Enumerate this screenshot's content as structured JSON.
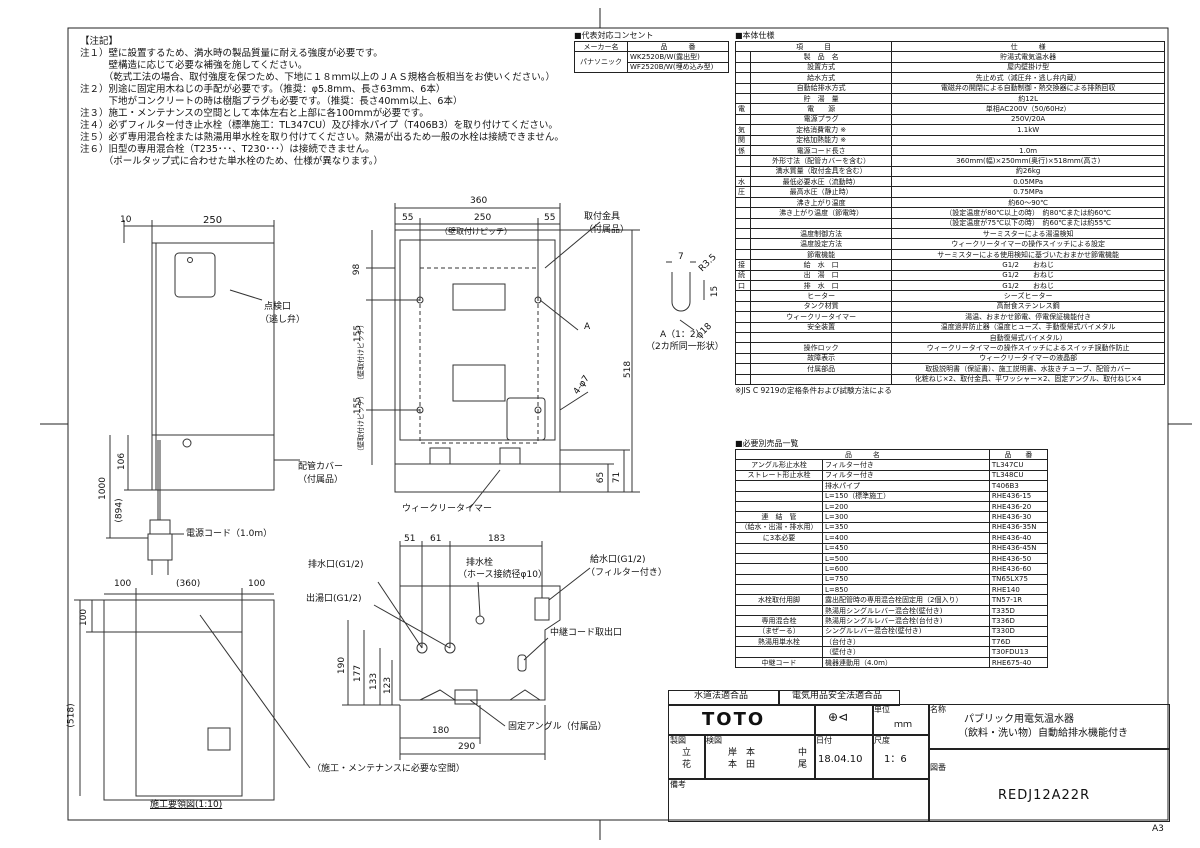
{
  "notes": {
    "title": "【注記】",
    "lines": [
      "注１）壁に設置するため、満水時の製品質量に耐える強度が必要です。",
      "　　　壁構造に応じて必要な補強を施してください。",
      "　　　（乾式工法の場合、取付強度を保つため、下地に１８ｍｍ以上のＪＡＳ規格合板相当をお使いください。）",
      "注２）別途に固定用木ねじの手配が必要です。（推奨：φ5.8mm、長さ63mm、6本）",
      "　　　下地がコンクリートの時は樹脂プラグも必要です。（推奨：長さ40mm以上、6本）",
      "注３）施工・メンテナンスの空間として本体左右と上部に各100mmが必要です。",
      "注４）必ずフィルター付き止水栓（標準施工：TL347CU）及び排水パイプ（T406B3）を取り付けてください。",
      "注５）必ず専用混合栓または熱湯用単水栓を取り付けてください。熱湯が出るため一般の水栓は接続できません。",
      "注６）旧型の専用混合栓（T235･･･、T230･･･）は接続できません。",
      "　　　（ポールタップ式に合わせた単水栓のため、仕様が異なります。）"
    ]
  },
  "concentric": {
    "title": "■代表対応コンセント",
    "headers": [
      "メーカー名",
      "品　　　番"
    ],
    "maker": "パナソニック",
    "items": [
      "WK2520B/W(露出型)",
      "WF2520B/W(埋め込み型)"
    ]
  },
  "spec": {
    "title": "■本体仕様",
    "headers": [
      "項　　　目",
      "仕　　　様"
    ],
    "rows": [
      [
        "製　品　名",
        "貯湯式電気温水器"
      ],
      [
        "設置方式",
        "屋内壁掛け型"
      ],
      [
        "給水方式",
        "先止め式（減圧弁・逃し弁内蔵）"
      ],
      [
        "自動給排水方式",
        "電磁弁の開閉による自動制御・熱交換器による排熱回収"
      ],
      [
        "貯　湯　量",
        "約12L"
      ],
      [
        "電　　源",
        "単相AC200V（50/60Hz）"
      ],
      [
        "電源プラグ",
        "250V/20A"
      ],
      [
        "定格消費電力 ※",
        "1.1kW"
      ],
      [
        "定格加熱能力 ※",
        ""
      ],
      [
        "電源コード長さ",
        "1.0m"
      ],
      [
        "外形寸法（配管カバーを含む）",
        "360mm(幅)×250mm(奥行)×518mm(高さ)"
      ],
      [
        "満水質量（取付金具を含む）",
        "約26kg"
      ],
      [
        "最低必要水圧（流動時）",
        "0.05MPa"
      ],
      [
        "最高水圧（静止時）",
        "0.75MPa"
      ],
      [
        "沸き上がり温度",
        "約60～90℃"
      ],
      [
        "沸き上がり温度（節電時）",
        "（設定温度が80℃以上の時）　約80℃または約60℃"
      ],
      [
        "",
        "（設定温度が75℃以下の時）　約60℃または約55℃"
      ],
      [
        "温度制御方法",
        "サーミスターによる湯温検知"
      ],
      [
        "温度設定方法",
        "ウィークリータイマーの操作スイッチによる設定"
      ],
      [
        "節電機能",
        "サーミスターによる使用検知に基づいたおまかせ節電機能"
      ],
      [
        "給　水　口",
        "G1/2　　おねじ"
      ],
      [
        "出　湯　口",
        "G1/2　　おねじ"
      ],
      [
        "排　水　口",
        "G1/2　　おねじ"
      ],
      [
        "ヒーター",
        "シーズヒーター"
      ],
      [
        "タンク材質",
        "高耐食ステンレス鋼"
      ],
      [
        "ウィークリータイマー",
        "湯温、おまかせ節電、停電保証機能付き"
      ],
      [
        "安全装置",
        "温度過昇防止器（温度ヒューズ、手動復帰式バイメタル"
      ],
      [
        "",
        "自動復帰式バイメタル）"
      ],
      [
        "操作ロック",
        "ウィークリータイマーの操作スイッチによるスイッチ誤動作防止"
      ],
      [
        "故障表示",
        "ウィークリータイマーの液晶部"
      ],
      [
        "付属部品",
        "取扱説明書（保証書）、施工説明書、水抜きチューブ、配管カバー"
      ],
      [
        "",
        "化粧ねじ×2、取付金具、平ワッシャー×2、固定アングル、取付ねじ×4"
      ]
    ],
    "group_labels": {
      "elec": "電気関係",
      "press": "水圧",
      "pipe": "接続口"
    },
    "footnote": "※JIS C 9219の定格条件および試験方法による"
  },
  "parts": {
    "title": "■必要別売品一覧",
    "headers": [
      "品　　　名",
      "品　　番"
    ],
    "rows": [
      [
        "アングル形止水栓",
        "フィルター付き",
        "TL347CU"
      ],
      [
        "ストレート形止水栓",
        "フィルター付き",
        "TL348CU"
      ],
      [
        "",
        "排水パイプ",
        "T406B3"
      ],
      [
        "",
        "L=150（標準施工）",
        "RHE436-15"
      ],
      [
        "",
        "L=200",
        "RHE436-20"
      ],
      [
        "",
        "L=300",
        "RHE436-30"
      ],
      [
        "",
        "L=350",
        "RHE436-35N"
      ],
      [
        "",
        "L=400",
        "RHE436-40"
      ],
      [
        "",
        "L=450",
        "RHE436-45N"
      ],
      [
        "",
        "L=500",
        "RHE436-50"
      ],
      [
        "",
        "L=600",
        "RHE436-60"
      ],
      [
        "",
        "L=750",
        "TN65LX75"
      ],
      [
        "",
        "L=850",
        "RHE140"
      ],
      [
        "水栓取付用脚",
        "露出配管時の専用混合栓固定用（2個入り）",
        "TN57-1R"
      ],
      [
        "",
        "熱湯用シングルレバー混合栓(壁付き)",
        "T335D"
      ],
      [
        "",
        "熱湯用シングルレバー混合栓(台付き)",
        "T336D"
      ],
      [
        "",
        "シングルレバー混合栓(壁付き)",
        "T330D"
      ],
      [
        "",
        "（台付き）",
        "T76D"
      ],
      [
        "",
        "（壁付き）",
        "T30FDU13"
      ],
      [
        "中継コード",
        "機器連動用（4.0m）",
        "RHE675-40"
      ]
    ],
    "group_connect": "連　結　管",
    "group_connect_sub1": "（給水・出湯・排水用）",
    "group_connect_sub2": "に3本必要",
    "group_faucet": "専用混合栓",
    "group_faucet_sub": "（まぜーる）",
    "group_hot": "熱湯用単水栓"
  },
  "titleblock": {
    "law1": "水道法適合品",
    "law2": "電気用品安全法適合品",
    "logo": "TOTO",
    "unit_label": "単位",
    "unit": "ｍｍ",
    "name_label": "名称",
    "name1": "パブリック用電気温水器",
    "name2": "（飲料・洗い物）自動給排水機能付き",
    "check_label": "製図",
    "inspect_label": "検図",
    "drafter1": "立",
    "drafter1b": "岸　本",
    "drafter2": "花",
    "drafter2b": "本　田",
    "mid1": "中",
    "mid2": "尾",
    "date_label": "日付",
    "date": "18.04.10",
    "scale_label": "尺度",
    "scale": "1：6",
    "drawing_label": "図番",
    "drawing_no": "REDJ12A22R",
    "remarks_label": "備考",
    "paper": "A3"
  },
  "drawing": {
    "front_dims": {
      "d10": "10",
      "d250": "250",
      "d106": "106",
      "d1000": "1000",
      "d894": "(894)"
    },
    "front_labels": {
      "inspection1": "点検口",
      "inspection2": "（逃し弁）",
      "cover1": "配管カバー",
      "cover2": "（付属品）",
      "cord": "電源コード（1.0m）"
    },
    "rear_dims": {
      "d360": "360",
      "d55a": "55",
      "d250": "250",
      "d55b": "55",
      "pitch": "（壁取付けピッチ）",
      "d98": "98",
      "d155a": "155",
      "pitch_v1": "（壁取付けピッチ）",
      "d155b": "155",
      "pitch_v2": "（壁取付けピッチ）",
      "d518": "518",
      "d65": "65",
      "d71": "71",
      "hole": "4-φ7",
      "a": "A"
    },
    "rear_labels": {
      "bracket1": "取付金具",
      "bracket2": "（付属品）",
      "timer": "ウィークリータイマー"
    },
    "detail": {
      "r": "R3.5",
      "d7": "7",
      "d15": "15",
      "phi": "φ18",
      "title": "A（1：2）",
      "sub": "（2カ所同一形状）"
    },
    "bottom_dims": {
      "d51": "51",
      "d61": "61",
      "d183": "183",
      "d190": "190",
      "d177": "177",
      "d133": "133",
      "d123": "123",
      "d180": "180",
      "d290": "290"
    },
    "bottom_labels": {
      "drain": "排水口(G1/2)",
      "hot": "出湯口(G1/2)",
      "drainvalve1": "排水栓",
      "drainvalve2": "（ホース接続径φ10）",
      "supply1": "給水口(G1/2)",
      "supply2": "（フィルター付き）",
      "relay": "中継コード取出口",
      "angle": "固定アングル（付属品）"
    },
    "install_dims": {
      "d100a": "100",
      "d360": "(360)",
      "d100b": "100",
      "d100c": "100",
      "d518": "(518)"
    },
    "install_labels": {
      "space": "（施工・メンテナンスに必要な空間）",
      "title": "施工要領図(1:10)"
    }
  }
}
